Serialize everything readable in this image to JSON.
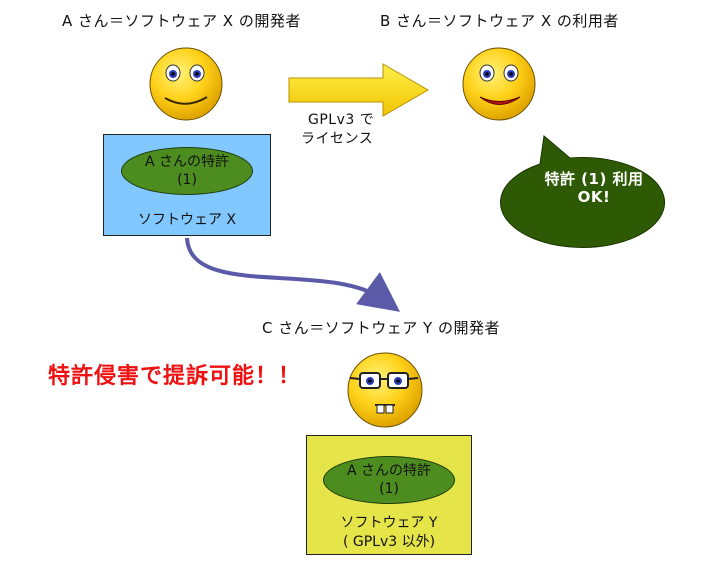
{
  "person_a": {
    "title": "A さん＝ソフトウェア X の開発者"
  },
  "person_b": {
    "title": "B さん＝ソフトウェア X の利用者"
  },
  "person_c": {
    "title": "C さん＝ソフトウェア Y の開発者"
  },
  "license_arrow": {
    "line1": "GPLv3 で",
    "line2": "ライセンス"
  },
  "software_x": {
    "patent_line1": "A さんの特許",
    "patent_line2": "(1)",
    "name": "ソフトウェア X",
    "fill": "#80c8ff"
  },
  "software_y": {
    "patent_line1": "A さんの特許",
    "patent_line2": "(1)",
    "name": "ソフトウェア Y",
    "note": "( GPLv3 以外)",
    "fill": "#e5e54a"
  },
  "speech_bubble": {
    "line1": "特許 (1) 利用",
    "line2": "OK!",
    "fill": "#2e5a06"
  },
  "warning": {
    "text": "特許侵害で提訴可能！！",
    "color": "#ee1111"
  },
  "patent_fill": "#4d8c1f"
}
